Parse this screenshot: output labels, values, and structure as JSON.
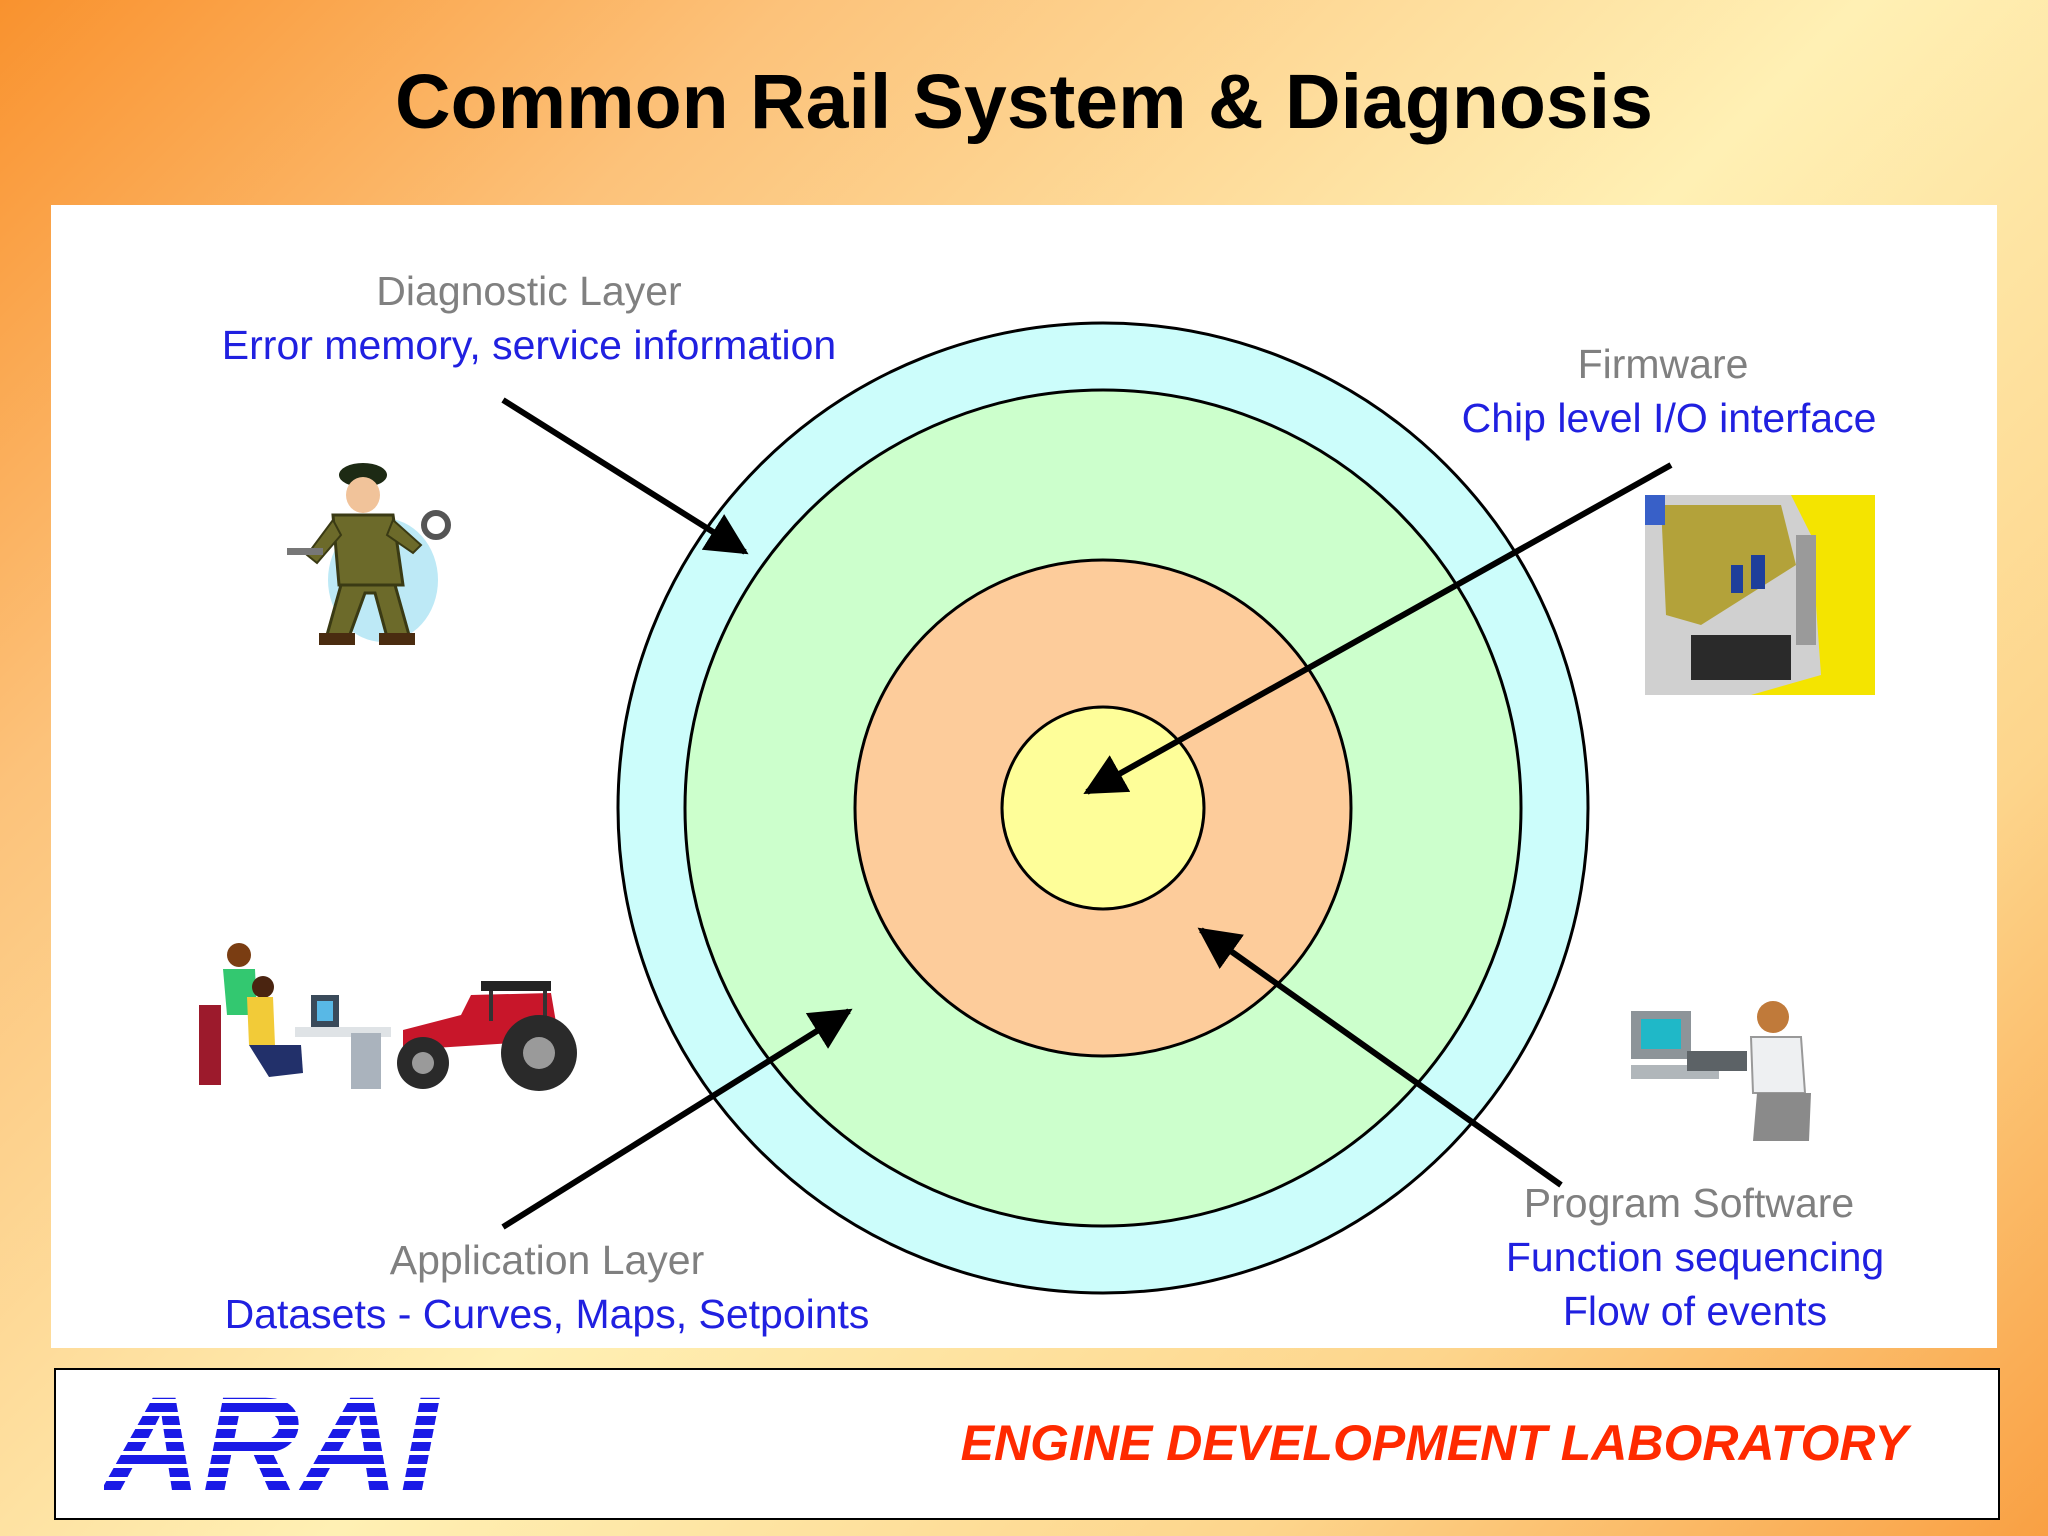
{
  "title": "Common Rail System & Diagnosis",
  "layers": {
    "diagnostic": {
      "name": "Diagnostic Layer",
      "desc": "Error memory, service information"
    },
    "firmware": {
      "name": "Firmware",
      "desc": "Chip level I/O interface"
    },
    "application": {
      "name": "Application Layer",
      "desc": "Datasets - Curves, Maps, Setpoints"
    },
    "program": {
      "name": "Program Software",
      "desc_1": "Function sequencing",
      "desc_2": "Flow of events"
    }
  },
  "ring_colors": {
    "outer": "#ccfdfb",
    "second": "#ccffcc",
    "third": "#fdcc9b",
    "core": "#fefe99"
  },
  "footer": {
    "logo_text": "ARAI",
    "lab_name": "ENGINE DEVELOPMENT LABORATORY"
  },
  "colors": {
    "label_gray": "#808080",
    "label_blue": "#2020e0",
    "logo_blue": "#1a1ae6",
    "lab_red": "#ff2a00"
  }
}
